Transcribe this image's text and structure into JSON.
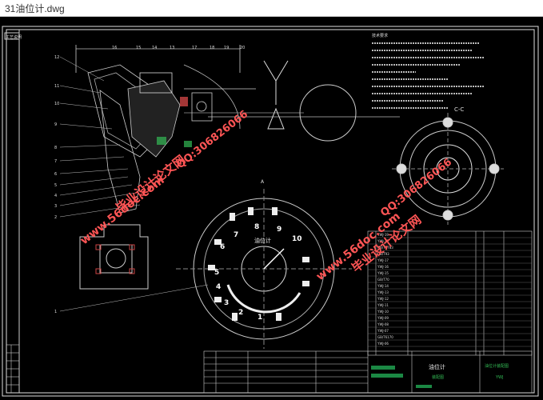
{
  "window": {
    "title": "31油位计.dwg"
  },
  "drawing": {
    "corner_label": "工艺说明",
    "center_label": "油位计",
    "view_label": "C-C",
    "section_label": "A",
    "dial_numbers": [
      "6",
      "7",
      "8",
      "9",
      "10",
      "1",
      "2",
      "3",
      "4",
      "5"
    ],
    "part_numbers_left": [
      "12",
      "11",
      "10",
      "9",
      "8",
      "7",
      "6",
      "5",
      "4",
      "3",
      "2",
      "1"
    ],
    "part_numbers_top": [
      "16",
      "15",
      "14",
      "13",
      "17",
      "18",
      "19",
      "20"
    ],
    "notes_title": "技术要求",
    "parts_list_title": "油位计",
    "parts_list_sub": "装配图",
    "title_block_name": "油位计装配图",
    "title_block_sub": "YWJ",
    "rows": [
      "YWJ-19",
      "YWJ-18",
      "GB/T5783",
      "GB/T93",
      "YWJ-17",
      "YWJ-16",
      "YWJ-15",
      "GB/T70",
      "YWJ-14",
      "YWJ-13",
      "YWJ-12",
      "YWJ-11",
      "YWJ-10",
      "YWJ-09",
      "YWJ-08",
      "YWJ-07",
      "GB/T6170",
      "YWJ-06"
    ]
  },
  "watermarks": [
    {
      "text": "毕业设计论文网",
      "rot": -38
    },
    {
      "text": "www.56doc.com",
      "rot": -38
    },
    {
      "text": "QQ:306826066",
      "rot": -38
    }
  ]
}
